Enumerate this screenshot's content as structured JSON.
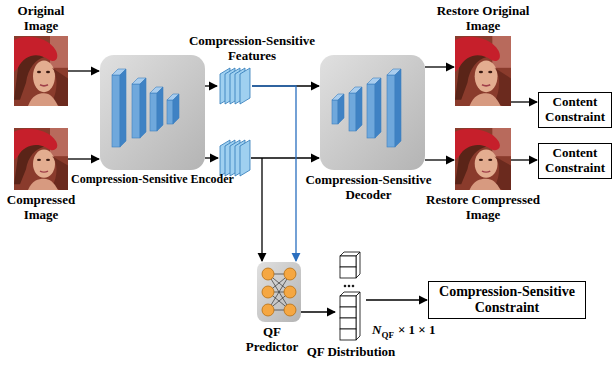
{
  "diagram": {
    "nodes": [
      {
        "text": [
          "Original Image"
        ]
      },
      {
        "text": [
          "Compressed Image"
        ]
      },
      {
        "text": [
          "Compression-Sensitive Encoder"
        ]
      },
      {
        "text": [
          "Compression-Sensitive Features"
        ]
      },
      {
        "text": [
          "Compression-Sensitive Decoder"
        ]
      },
      {
        "text": [
          "Restore Original Image"
        ]
      },
      {
        "text": [
          "Restore Compressed Image"
        ]
      },
      {
        "text": [
          "Content Constraint"
        ]
      },
      {
        "text": [
          "Content Constraint"
        ]
      },
      {
        "text": [
          "QF Predictor"
        ]
      },
      {
        "text": [
          "QF Distribution"
        ]
      },
      {
        "text": [
          "Compression-Sensitive Constraint"
        ]
      }
    ],
    "edges": [
      {
        "from": 0,
        "to": 2,
        "arrow": "to"
      },
      {
        "from": 1,
        "to": 2,
        "arrow": "to"
      },
      {
        "from": 2,
        "to": 3,
        "arrow": "to"
      },
      {
        "from": 3,
        "to": 4,
        "arrow": "to"
      },
      {
        "from": 4,
        "to": 5,
        "arrow": "to"
      },
      {
        "from": 4,
        "to": 6,
        "arrow": "to"
      },
      {
        "from": 5,
        "to": 7,
        "arrow": "to"
      },
      {
        "from": 6,
        "to": 8,
        "arrow": "to"
      },
      {
        "from": 3,
        "to": 9,
        "arrow": "to"
      },
      {
        "from": 9,
        "to": 10,
        "arrow": "to"
      },
      {
        "from": 10,
        "to": 11,
        "arrow": "to"
      }
    ],
    "labels": [
      "N",
      "QF",
      "× 1 × 1"
    ]
  }
}
